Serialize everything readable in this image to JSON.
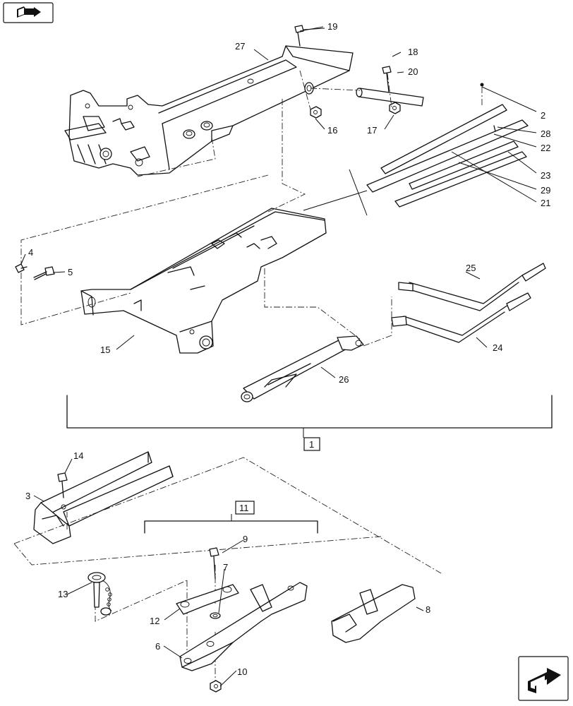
{
  "callouts": {
    "c1": "1",
    "c2": "2",
    "c3": "3",
    "c4": "4",
    "c5": "5",
    "c6": "6",
    "c7": "7",
    "c8": "8",
    "c9": "9",
    "c10": "10",
    "c11": "11",
    "c12": "12",
    "c13": "13",
    "c14": "14",
    "c15": "15",
    "c16": "16",
    "c17": "17",
    "c18": "18",
    "c19": "19",
    "c20": "20",
    "c21": "21",
    "c22": "22",
    "c23": "23",
    "c24": "24",
    "c25": "25",
    "c26": "26",
    "c27": "27",
    "c28": "28",
    "c29": "29"
  },
  "icons": {
    "top_left": "book-arrow-icon",
    "bottom_right": "next-page-arrow-icon"
  }
}
